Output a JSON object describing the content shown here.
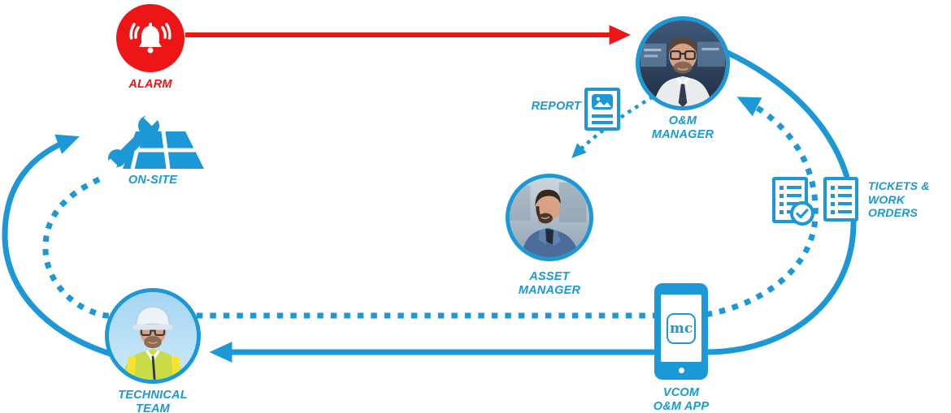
{
  "colors": {
    "brand_blue": "#1B98D5",
    "alarm_red": "#ED1515"
  },
  "nodes": {
    "alarm": {
      "label": "ALARM"
    },
    "om_manager": {
      "label_line1": "O&M",
      "label_line2": "MANAGER"
    },
    "report": {
      "label": "REPORT"
    },
    "asset_manager": {
      "label_line1": "ASSET",
      "label_line2": "MANAGER"
    },
    "tickets": {
      "label_line1": "TICKETS &",
      "label_line2": "WORK ORDERS"
    },
    "vcom_app": {
      "label_line1": "VCOM",
      "label_line2": "O&M APP",
      "app_icon_text": "mc"
    },
    "technical_team": {
      "label_line1": "TECHNICAL",
      "label_line2": "TEAM"
    },
    "onsite": {
      "label": "ON-SITE"
    }
  },
  "edges": [
    {
      "from": "alarm",
      "to": "om_manager",
      "style": "solid",
      "color": "#ED1515"
    },
    {
      "from": "om_manager",
      "to": "asset_manager",
      "via": "report",
      "style": "dashed",
      "color": "#1B98D5"
    },
    {
      "from": "om_manager",
      "to": "technical_team",
      "via": "tickets, vcom_app",
      "style": "solid",
      "color": "#1B98D5"
    },
    {
      "from": "technical_team",
      "to": "onsite",
      "style": "solid",
      "color": "#1B98D5"
    },
    {
      "from": "onsite",
      "to": "om_manager",
      "via": "technical_team, vcom_app, completed-tickets",
      "style": "dotted",
      "color": "#1B98D5"
    }
  ]
}
